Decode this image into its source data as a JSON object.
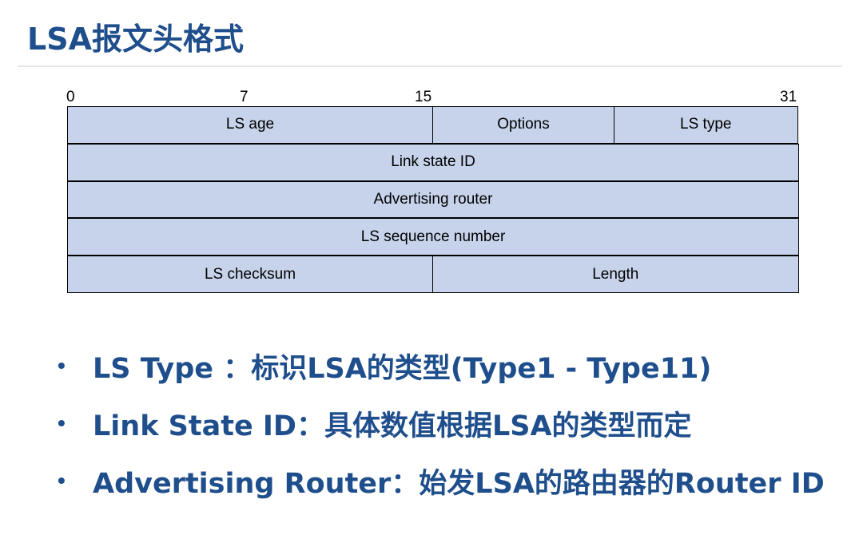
{
  "title": "LSA报文头格式",
  "bit_markers": [
    "0",
    "7",
    "15",
    "31"
  ],
  "rows": [
    {
      "fields": [
        "LS age",
        "Options",
        "LS type"
      ]
    },
    {
      "fields": [
        "Link state ID"
      ]
    },
    {
      "fields": [
        "Advertising router"
      ]
    },
    {
      "fields": [
        "LS sequence number"
      ]
    },
    {
      "fields": [
        "LS checksum",
        "Length"
      ]
    }
  ],
  "bullets": [
    "LS Type ：标识LSA的类型(Type1 - Type11)",
    "Link State ID：具体数值根据LSA的类型而定",
    "Advertising Router：始发LSA的路由器的Router ID"
  ],
  "colors": {
    "title": "#1f4e8c",
    "field_fill": "#c6d3ea",
    "border": "#000000"
  }
}
